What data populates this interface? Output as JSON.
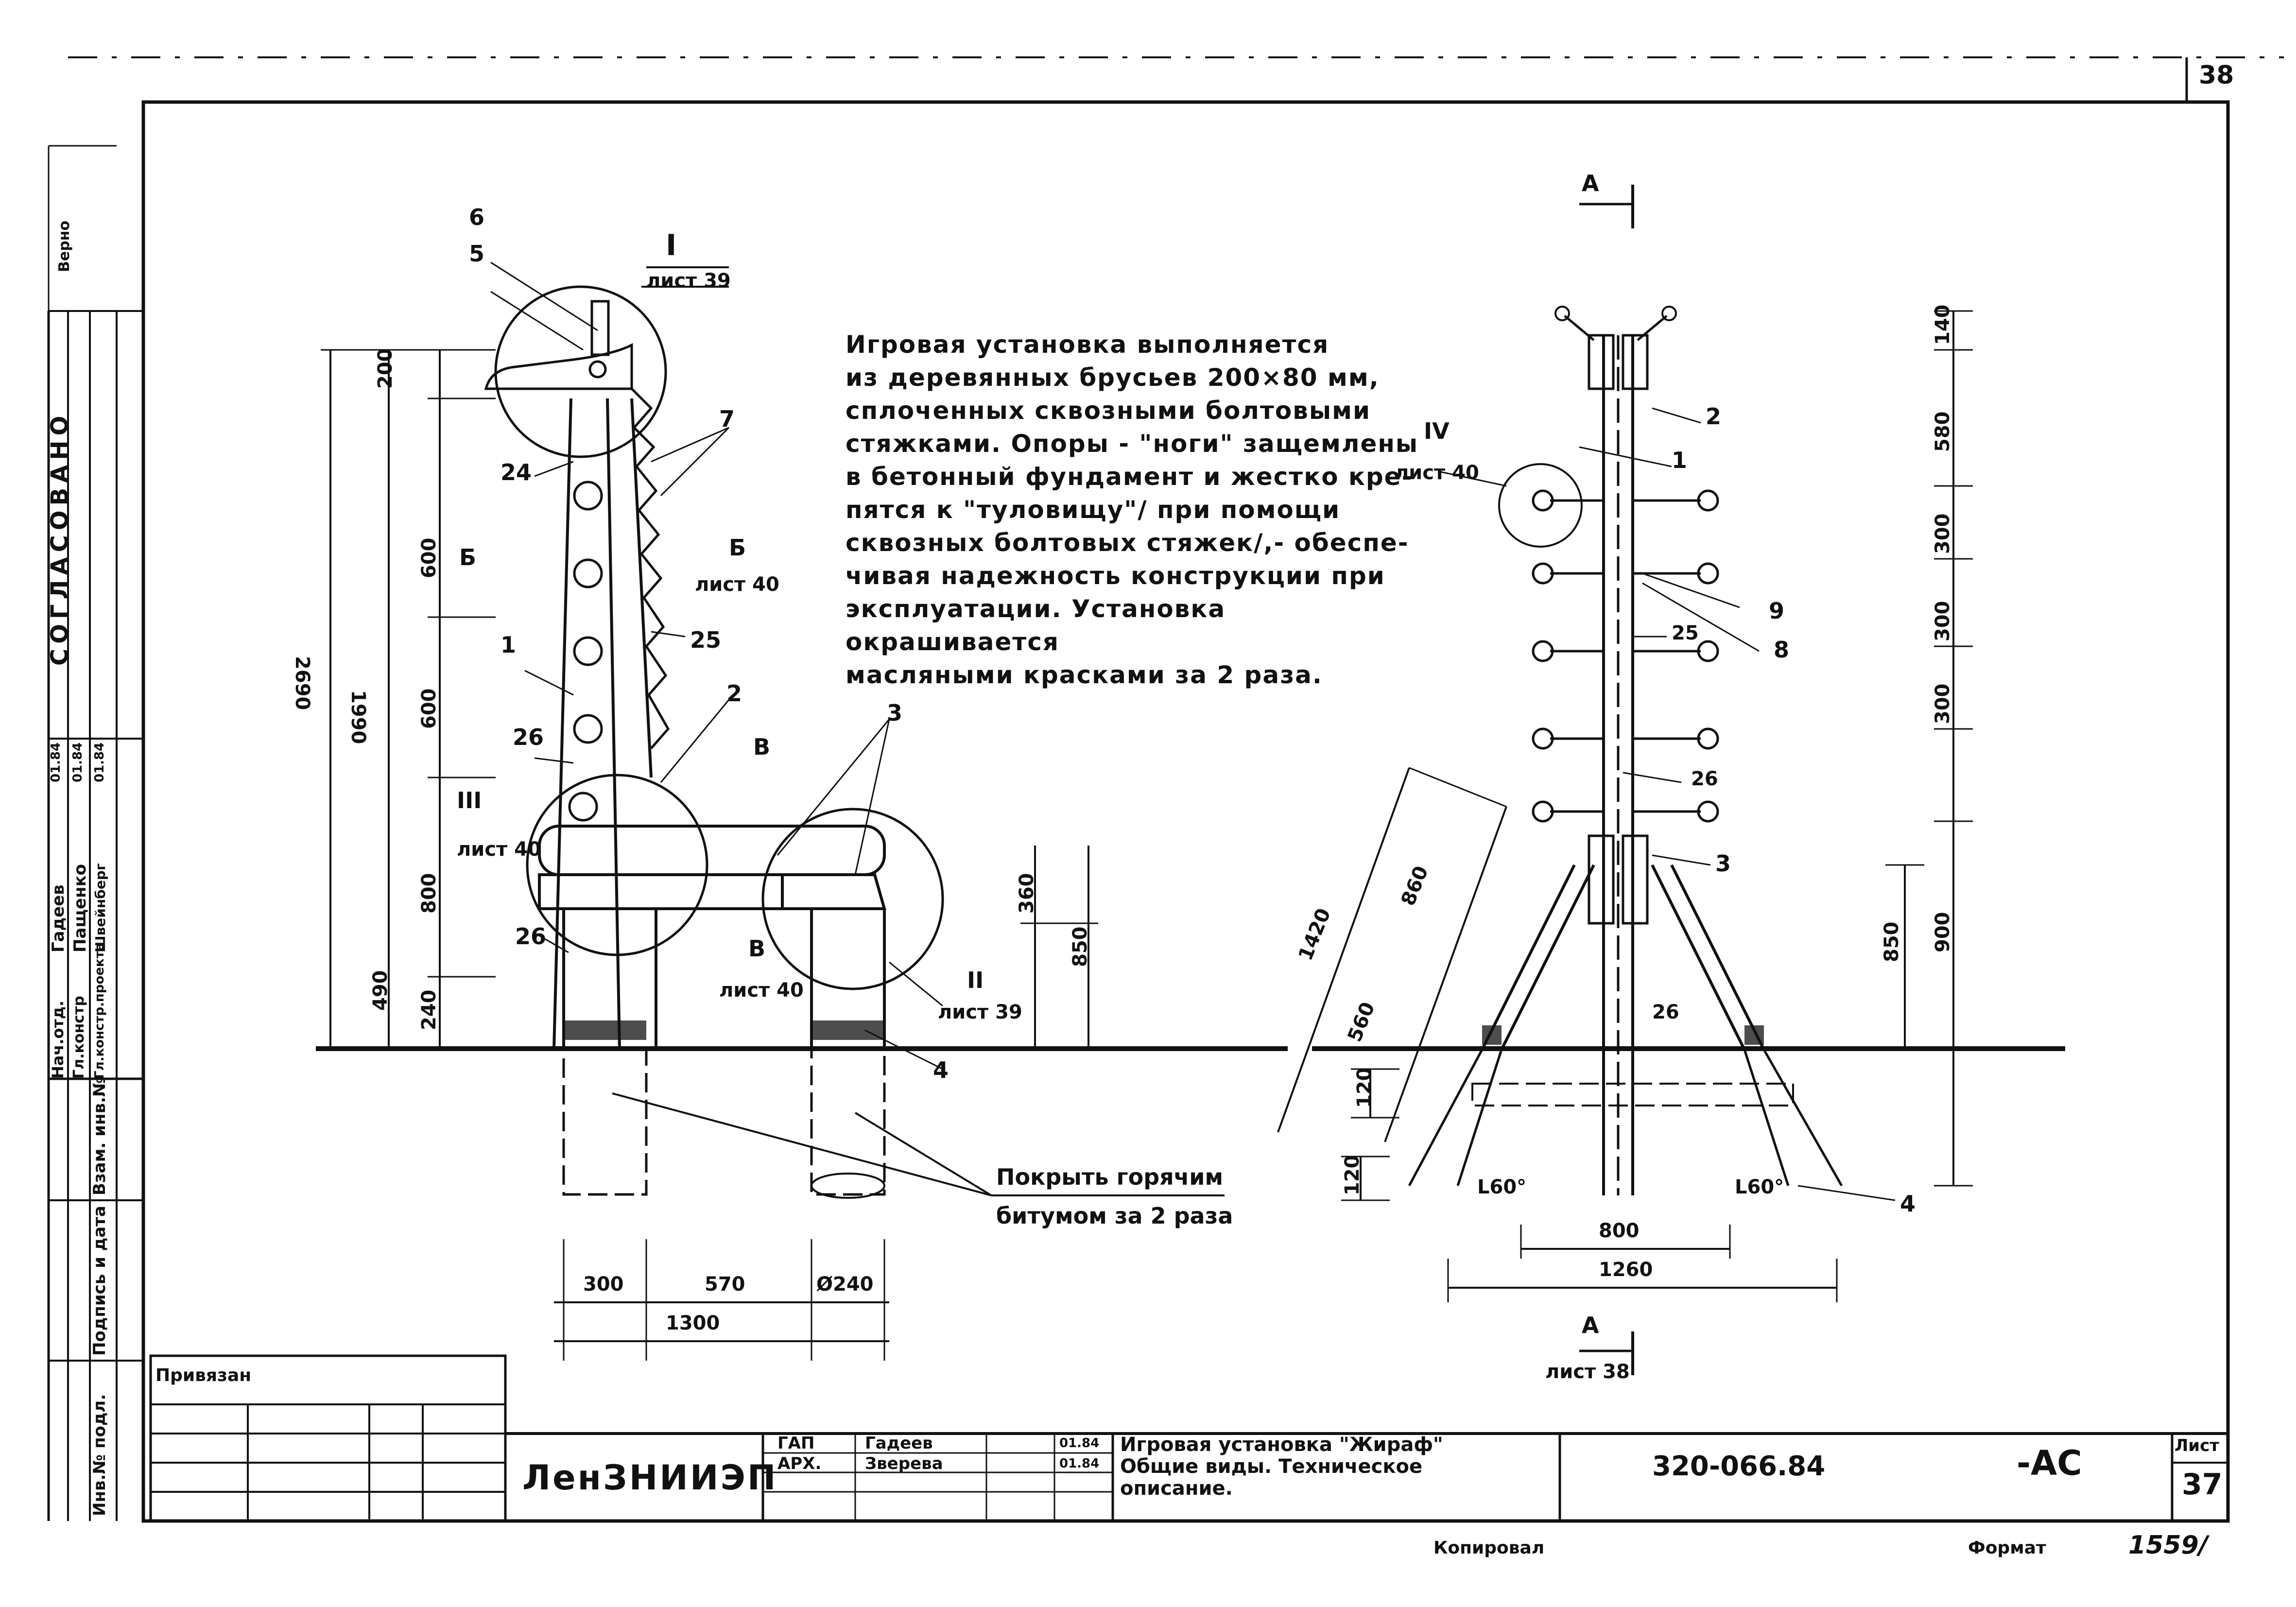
{
  "sheet": {
    "page_number_top": "38",
    "sheet_label": "Лист",
    "sheet_number": "37",
    "doc_code": "320-066.84",
    "doc_suffix": "-АС",
    "organization": "ЛенЗНИИЭП",
    "format_label": "Формат",
    "copied_label": "Копировал",
    "format_value": "1559/"
  },
  "note": {
    "lines": [
      "Игровая установка выполняется",
      "из деревянных брусьев 200×80 мм,",
      "сплоченных сквозными болтовыми",
      "стяжками. Опоры - \"ноги\" защемлены",
      "в бетонный фундамент и жестко кре-",
      "пятся к \"туловищу\"/ при помощи",
      "сквозных болтовых стяжек/,- обеспе-",
      "чивая надежность конструкции при",
      "эксплуатации. Установка окрашивается",
      "масляными красками за 2 раза."
    ]
  },
  "title_block": {
    "bound_label": "Привязан",
    "roles": [
      "ГАП",
      "АРХ."
    ],
    "names": [
      "Гадеев",
      "Зверева"
    ],
    "dates": [
      "01.84",
      "01.84"
    ],
    "title_lines": [
      "Игровая установка \"Жираф\"",
      "Общие виды. Техническое",
      "описание."
    ]
  },
  "left_stamp": {
    "agreed": "СОГЛАСОВАНО",
    "verno": "Верно",
    "roles": [
      "Нач.отд.",
      "Гл.констр",
      "Гл.констр.проекта"
    ],
    "names": [
      "Гадеев",
      "Пащенко",
      "Швейнберг"
    ],
    "dates": [
      "01.84",
      "01.84",
      "01.84"
    ],
    "inv_sub": "Инв.№ подл.",
    "sign_date": "Подпись и дата",
    "inv_repl": "Взам. инв.№"
  },
  "front_view": {
    "dims_vertical": [
      "200",
      "600",
      "600",
      "800",
      "240",
      "1990",
      "2690",
      "490",
      "360",
      "850"
    ],
    "dims_horizontal": [
      "300",
      "570",
      "Ø240",
      "1300"
    ],
    "callouts": [
      "6",
      "5",
      "7",
      "24",
      "1",
      "25",
      "26",
      "2",
      "3",
      "26",
      "4"
    ],
    "section_marks": {
      "node_I": "I",
      "node_I_sheet": "лист 39",
      "node_II": "II",
      "node_II_sheet": "лист 39",
      "node_III": "III",
      "node_III_sheet": "лист 40",
      "cut_B_top": "Б",
      "cut_B_top_sheet": "лист 40",
      "cut_B_left": "Б",
      "cut_V": "В",
      "cut_V_low": "В",
      "cut_V_sheet": "лист 40"
    },
    "bitumen_note": [
      "Покрыть горячим",
      "битумом за 2 раза"
    ]
  },
  "side_view": {
    "dims_vertical": [
      "140",
      "580",
      "300",
      "300",
      "300",
      "900",
      "850",
      "120",
      "120"
    ],
    "dims_horizontal": [
      "800",
      "1260"
    ],
    "dims_diagonal": [
      "1420",
      "860",
      "560"
    ],
    "callouts": [
      "1",
      "2",
      "9",
      "8",
      "25",
      "26",
      "3",
      "26",
      "4"
    ],
    "angles": [
      "L60°",
      "L60°"
    ],
    "node_IV": "IV",
    "node_IV_sheet": "лист 40",
    "cut_A_top": "А",
    "cut_A_bottom": "А",
    "cut_A_sheet": "лист 38"
  }
}
